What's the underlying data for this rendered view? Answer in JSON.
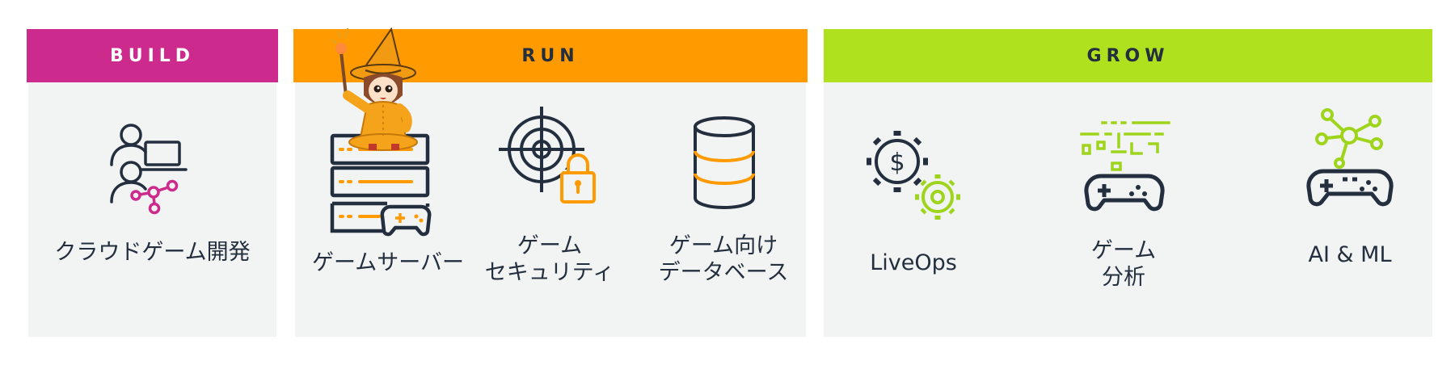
{
  "sections": [
    {
      "header": "BUILD",
      "color": "#cc2a8c",
      "text_color": "#ffffff"
    },
    {
      "header": "RUN",
      "color": "#ff9a00",
      "text_color": "#232f3e"
    },
    {
      "header": "GROW",
      "color": "#b0e11f",
      "text_color": "#232f3e"
    }
  ],
  "items": [
    {
      "icon": "cloud-dev-icon",
      "label_lines": [
        "クラウドゲーム開発"
      ]
    },
    {
      "icon": "game-server-icon",
      "label_lines": [
        "ゲームサーバー"
      ]
    },
    {
      "icon": "security-target-icon",
      "label_lines": [
        "ゲーム",
        "セキュリティ"
      ]
    },
    {
      "icon": "database-icon",
      "label_lines": [
        "ゲーム向け",
        "データベース"
      ]
    },
    {
      "icon": "liveops-gear-icon",
      "label_lines": [
        "LiveOps"
      ]
    },
    {
      "icon": "analytics-controller-icon",
      "label_lines": [
        "ゲーム",
        "分析"
      ]
    },
    {
      "icon": "ai-ml-controller-icon",
      "label_lines": [
        "AI & ML"
      ]
    }
  ],
  "colors": {
    "dark": "#232f3e",
    "pink": "#cc2a8c",
    "orange": "#ff9a00",
    "green": "#9ed51c"
  }
}
